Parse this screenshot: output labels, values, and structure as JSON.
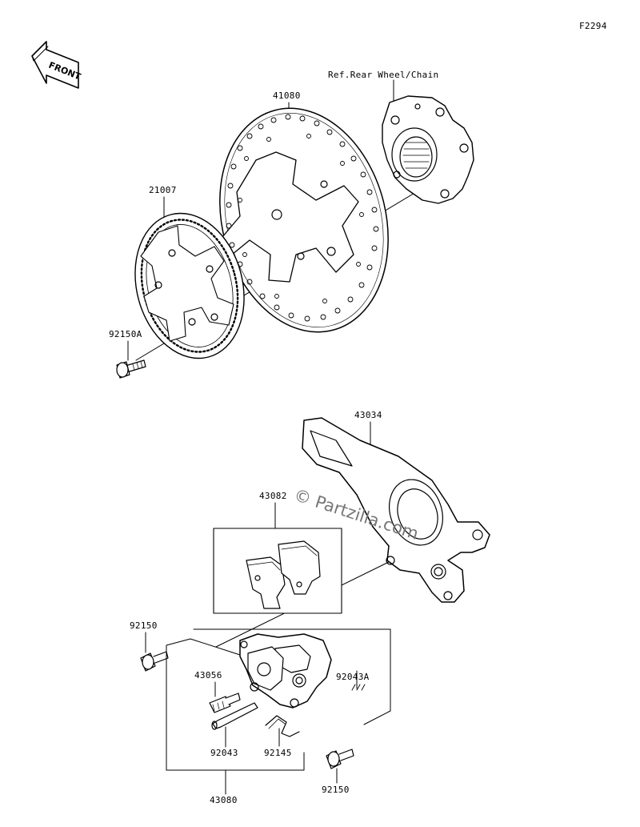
{
  "figure_id": "F2294",
  "reference_note": "Ref.Rear Wheel/Chain",
  "front_badge": "FRONT",
  "watermark": "© Partzilla.com",
  "parts": {
    "p41080": "41080",
    "p21007": "21007",
    "p92150A": "92150A",
    "p43034": "43034",
    "p43082": "43082",
    "p92150_top": "92150",
    "p43056": "43056",
    "p92043A": "92043A",
    "p92043": "92043",
    "p92145": "92145",
    "p92150_bottom": "92150",
    "p43080": "43080"
  },
  "colors": {
    "line": "#000000",
    "fill": "#ffffff",
    "watermark": "#777777"
  }
}
